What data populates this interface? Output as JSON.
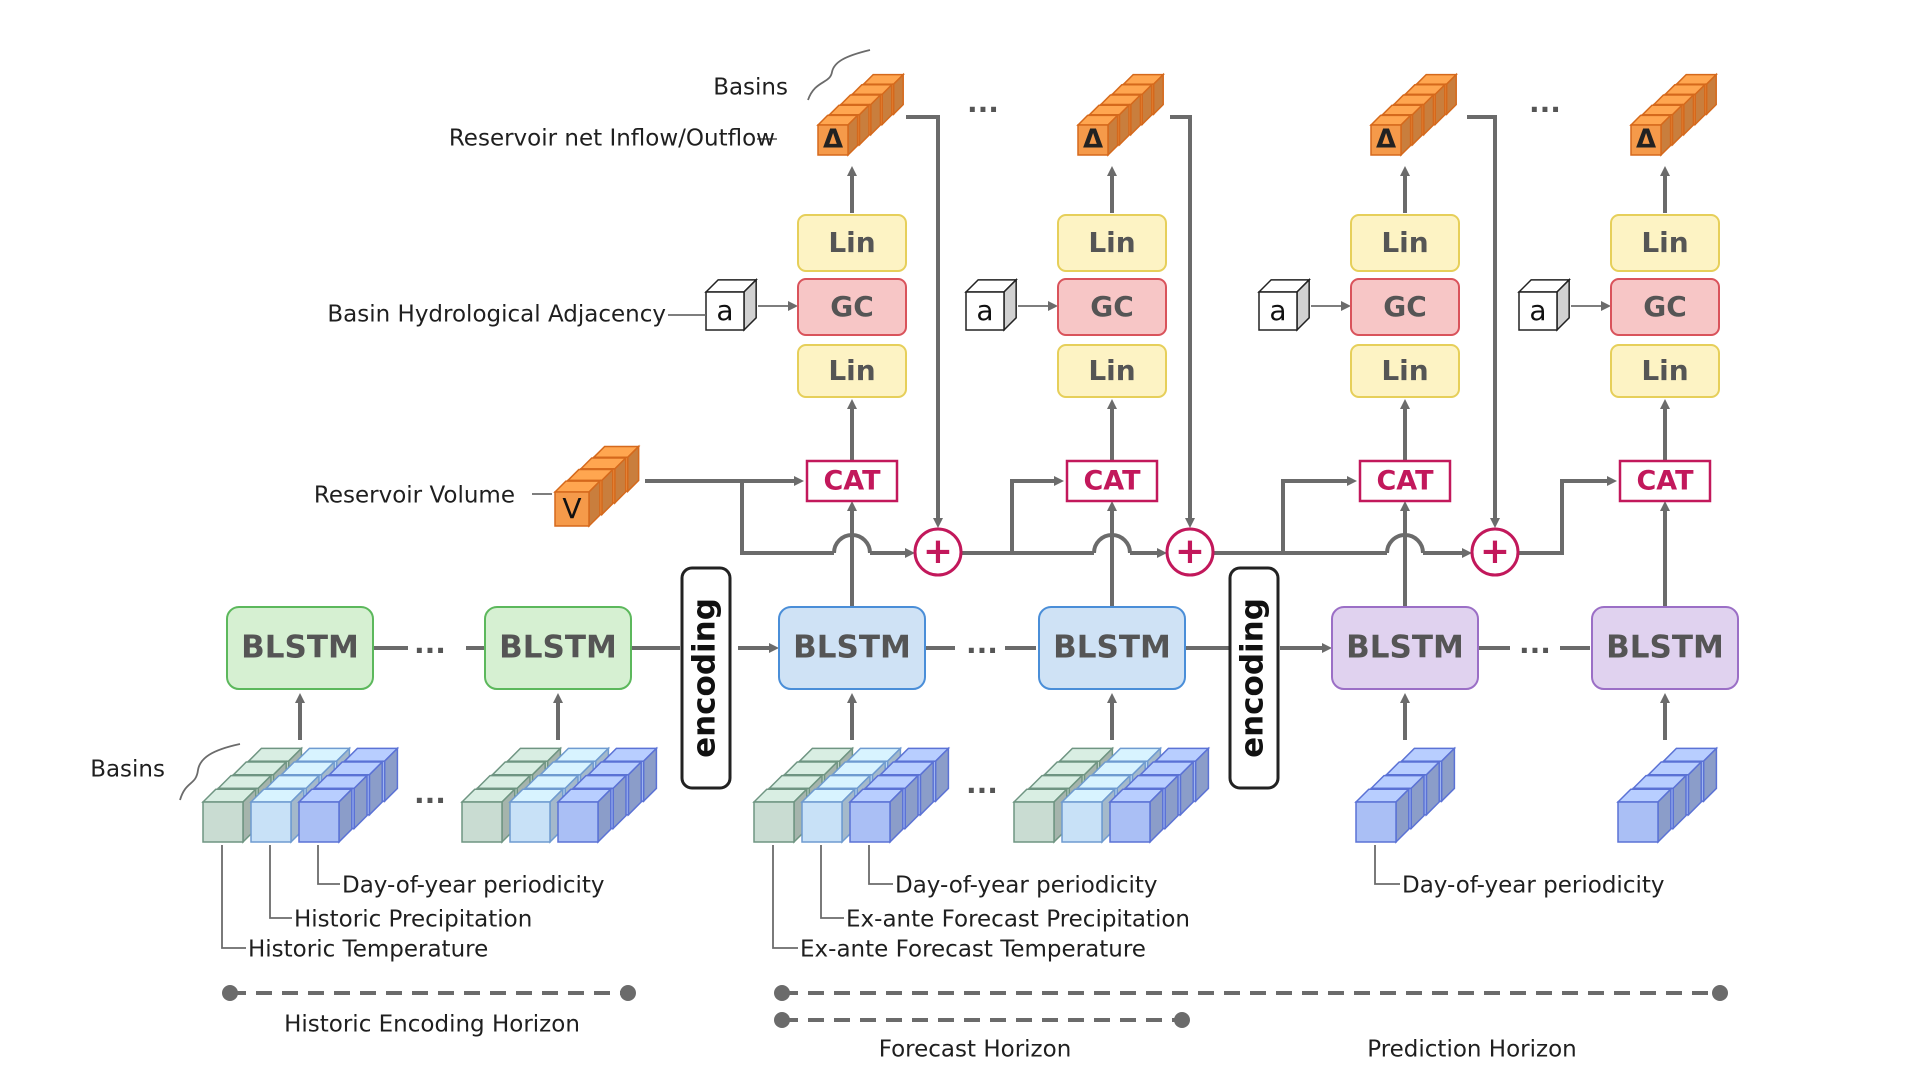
{
  "labels": {
    "basins_top": "Basins",
    "reservoir_net": "Reservoir net Inflow/Outflow",
    "basin_adjacency": "Basin Hydrological Adjacency",
    "reservoir_volume": "Reservoir Volume",
    "basins_bottom": "Basins",
    "historic_temperature": "Historic Temperature",
    "historic_precipitation": "Historic Precipitation",
    "doy_1": "Day-of-year periodicity",
    "forecast_temperature": "Ex-ante Forecast Temperature",
    "forecast_precipitation": "Ex-ante Forecast Precipitation",
    "doy_2": "Day-of-year periodicity",
    "doy_3": "Day-of-year periodicity"
  },
  "blocks": {
    "blstm": "BLSTM",
    "encoding": "encoding",
    "cat": "CAT",
    "lin": "Lin",
    "gc": "GC",
    "delta": "Δ",
    "adj": "a",
    "vol": "V",
    "plus": "+",
    "ellipsis": "..."
  },
  "horizons": {
    "historic": "Historic Encoding Horizon",
    "forecast": "Forecast Horizon",
    "prediction": "Prediction Horizon"
  },
  "colors": {
    "blstm_historic": "#d6f0d2",
    "blstm_forecast": "#cfe2f5",
    "blstm_prediction": "#e0d2ef",
    "lin": "#fdf3c4",
    "gc": "#f7c6c6",
    "cat": "#c2185b",
    "orange": "#f59a4a",
    "cube_green": "#c9dcd2",
    "cube_blue_light": "#c8e1f7",
    "cube_blue": "#aabff5"
  }
}
